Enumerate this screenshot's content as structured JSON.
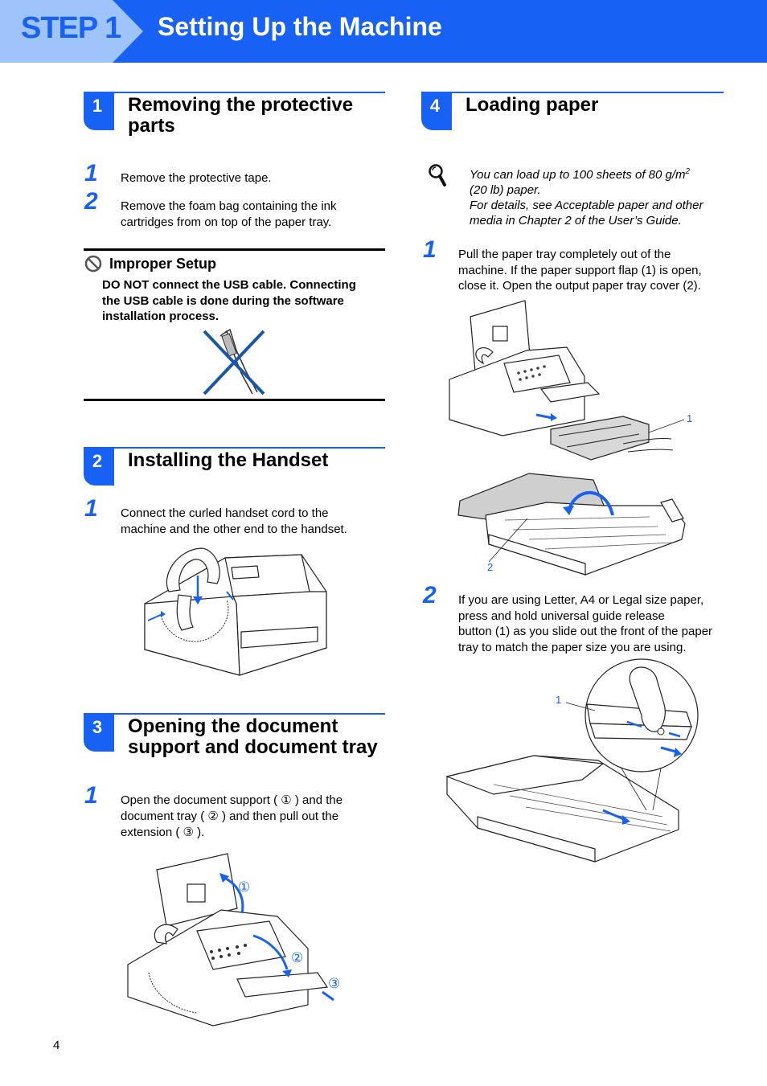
{
  "header": {
    "step_label": "STEP 1",
    "title": "Setting Up the Machine",
    "color": "#1762f5"
  },
  "sections": {
    "s1": {
      "num": "1",
      "title_line1": "Removing the protective",
      "title_line2": "parts",
      "steps": [
        {
          "num": "1",
          "text": "Remove the protective tape."
        },
        {
          "num": "2",
          "line1": "Remove the foam bag containing the ink",
          "line2": "cartridges from on top of the paper tray."
        }
      ],
      "improper": {
        "title": "Improper Setup",
        "line1": "DO NOT connect the USB cable. Connecting",
        "line2": "the USB cable is done during the software",
        "line3": "installation process."
      }
    },
    "s2": {
      "num": "2",
      "title": "Installing the Handset",
      "step": {
        "num": "1",
        "line1": "Connect the curled handset cord to the",
        "line2": "machine and the other end to the handset."
      }
    },
    "s3": {
      "num": "3",
      "title_line1": "Opening the document",
      "title_line2": "support and document tray",
      "step": {
        "num": "1",
        "line1": "Open the document support ( ① ) and the",
        "line2": "document tray ( ② ) and then pull out the",
        "line3": "extension ( ③ )."
      },
      "callouts": [
        "①",
        "②",
        "③"
      ]
    },
    "s4": {
      "num": "4",
      "title": "Loading paper",
      "note": {
        "line1": "You can load up to 100 sheets of 80 g/m",
        "sup": "2",
        "line2": "(20 lb) paper.",
        "line3": "For details, see Acceptable paper and other",
        "line4": "media in Chapter 2 of the User’s Guide."
      },
      "step1": {
        "num": "1",
        "line1": "Pull the paper tray completely out of the",
        "line2": "machine. If the paper support flap (1) is open,",
        "line3": "close it. Open the output paper tray cover (2)."
      },
      "step2": {
        "num": "2",
        "line1": "If you are using Letter, A4 or Legal size paper,",
        "line2": "press and hold universal guide release",
        "line3": "button (1) as you slide out the front of the paper",
        "line4": "tray to match the paper size you are using."
      },
      "callouts": {
        "flap": "1",
        "cover": "2",
        "button": "1"
      }
    }
  },
  "page_number": "4"
}
